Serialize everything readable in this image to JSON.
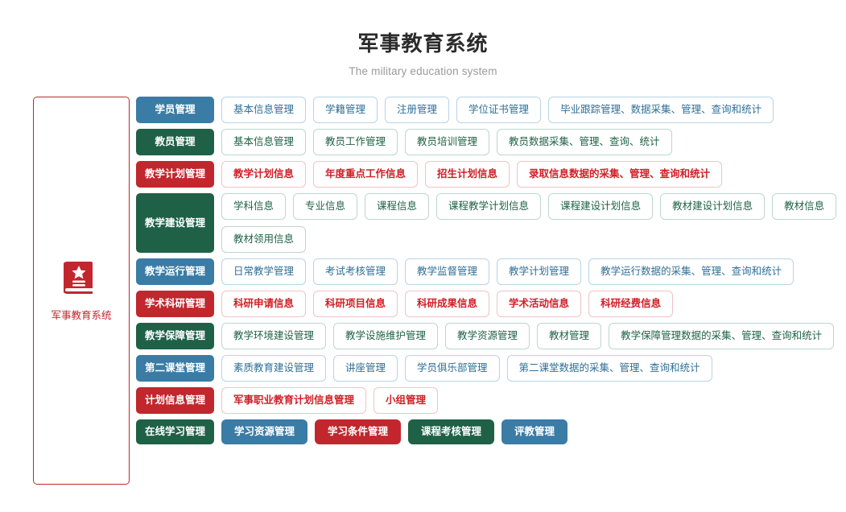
{
  "header": {
    "title": "军事教育系统",
    "subtitle": "The military education system"
  },
  "sidebar": {
    "icon": "book-star-icon",
    "label": "军事教育系统",
    "border_color": "#c1272d"
  },
  "palette": {
    "blue": "#3a7ca5",
    "green": "#1f6147",
    "red": "#c1272d",
    "title_color": "#2b2b2b",
    "subtitle_color": "#9a9a9a"
  },
  "rows": [
    {
      "label": "学员管理",
      "color": "blue",
      "solid_items": false,
      "items": [
        "基本信息管理",
        "学籍管理",
        "注册管理",
        "学位证书管理",
        "毕业跟踪管理、数据采集、管理、查询和统计"
      ]
    },
    {
      "label": "教员管理",
      "color": "green",
      "solid_items": false,
      "items": [
        "基本信息管理",
        "教员工作管理",
        "教员培训管理",
        "教员数据采集、管理、查询、统计"
      ]
    },
    {
      "label": "教学计划管理",
      "color": "red",
      "solid_items": false,
      "items": [
        "教学计划信息",
        "年度重点工作信息",
        "招生计划信息",
        "录取信息数据的采集、管理、查询和统计"
      ]
    },
    {
      "label": "教学建设管理",
      "color": "green",
      "solid_items": false,
      "tall": true,
      "items": [
        "学科信息",
        "专业信息",
        "课程信息",
        "课程教学计划信息",
        "课程建设计划信息",
        "教材建设计划信息",
        "教材信息",
        "教材领用信息"
      ]
    },
    {
      "label": "教学运行管理",
      "color": "blue",
      "solid_items": false,
      "items": [
        "日常教学管理",
        "考试考核管理",
        "教学监督管理",
        "教学计划管理",
        "教学运行数据的采集、管理、查询和统计"
      ]
    },
    {
      "label": "学术科研管理",
      "color": "red",
      "solid_items": false,
      "items": [
        "科研申请信息",
        "科研项目信息",
        "科研成果信息",
        "学术活动信息",
        "科研经费信息"
      ]
    },
    {
      "label": "教学保障管理",
      "color": "green",
      "solid_items": false,
      "items": [
        "教学环境建设管理",
        "教学设施维护管理",
        "教学资源管理",
        "教材管理",
        "教学保障管理数据的采集、管理、查询和统计"
      ]
    },
    {
      "label": "第二课堂管理",
      "color": "blue",
      "solid_items": false,
      "items": [
        "素质教育建设管理",
        "讲座管理",
        "学员俱乐部管理",
        "第二课堂数据的采集、管理、查询和统计"
      ]
    },
    {
      "label": "计划信息管理",
      "color": "red",
      "solid_items": false,
      "items": [
        "军事职业教育计划信息管理",
        "小组管理"
      ]
    },
    {
      "label": "在线学习管理",
      "color": "green",
      "solid_items": true,
      "items": [
        {
          "text": "学习资源管理",
          "color": "blue"
        },
        {
          "text": "学习条件管理",
          "color": "red"
        },
        {
          "text": "课程考核管理",
          "color": "green"
        },
        {
          "text": "评教管理",
          "color": "blue"
        }
      ]
    }
  ]
}
